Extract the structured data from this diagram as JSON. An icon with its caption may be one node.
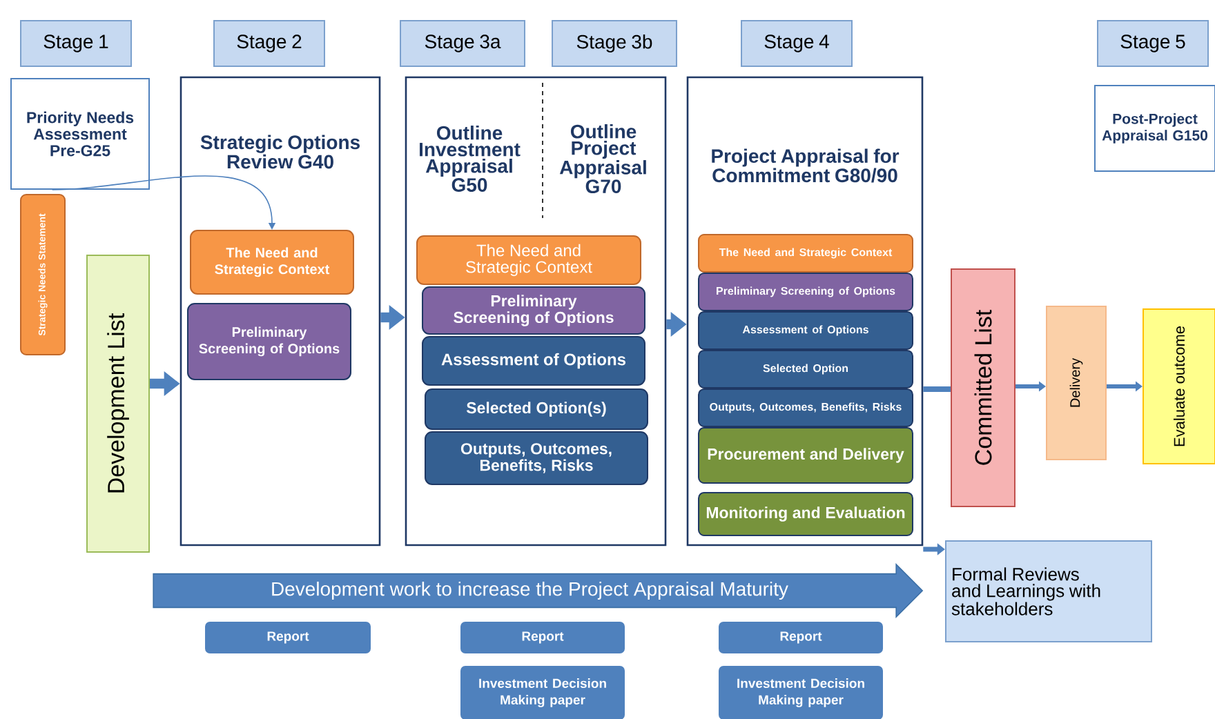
{
  "diagram": {
    "nodes": [
      {
        "text": [
          "Stage 1"
        ]
      },
      {
        "text": [
          "Stage 2"
        ]
      },
      {
        "text": [
          "Stage 3a"
        ]
      },
      {
        "text": [
          "Stage 3b"
        ]
      },
      {
        "text": [
          "Stage 4"
        ]
      },
      {
        "text": [
          "Stage 5"
        ]
      },
      {
        "text": [
          "Priority Needs Assessment Pre-G25"
        ]
      },
      {
        "text": [
          "Strategic Needs Statement"
        ]
      },
      {
        "text": [
          "Development List"
        ]
      },
      {
        "text": [
          "Strategic Options Review G40"
        ]
      },
      {
        "text": [
          "The Need and Strategic Context"
        ],
        "in": 9
      },
      {
        "text": [
          "Preliminary Screening of Options"
        ],
        "in": 9
      },
      {
        "text": [
          "Outline Investment Appraisal G50",
          "Outline Project Appraisal G70"
        ]
      },
      {
        "text": [
          "The Need and Strategic Context"
        ],
        "in": 12
      },
      {
        "text": [
          "Preliminary Screening of Options"
        ],
        "in": 12
      },
      {
        "text": [
          "Assessment of Options"
        ],
        "in": 12
      },
      {
        "text": [
          "Selected Option(s)"
        ],
        "in": 12
      },
      {
        "text": [
          "Outputs, Outcomes, Benefits, Risks"
        ],
        "in": 12
      },
      {
        "text": [
          "Project Appraisal for Commitment G80/90"
        ]
      },
      {
        "text": [
          "The Need and Strategic Context"
        ],
        "in": 18
      },
      {
        "text": [
          "Preliminary Screening of Options"
        ],
        "in": 18
      },
      {
        "text": [
          "Assessment of Options"
        ],
        "in": 18
      },
      {
        "text": [
          "Selected Option"
        ],
        "in": 18
      },
      {
        "text": [
          "Outputs, Outcomes, Benefits, Risks"
        ],
        "in": 18
      },
      {
        "text": [
          "Procurement and Delivery"
        ],
        "in": 18
      },
      {
        "text": [
          "Monitoring and Evaluation"
        ],
        "in": 18
      },
      {
        "text": [
          "Committed List"
        ]
      },
      {
        "text": [
          "Delivery"
        ]
      },
      {
        "text": [
          "Evaluate outcome"
        ]
      },
      {
        "text": [
          "Post-Project Appraisal G150"
        ]
      },
      {
        "text": [
          "Formal Reviews and Learnings with stakeholders"
        ]
      },
      {
        "text": [
          "Development work to increase the Project Appraisal Maturity"
        ]
      },
      {
        "text": [
          "Report"
        ]
      },
      {
        "text": [
          "Report"
        ]
      },
      {
        "text": [
          "Investment Decision Making paper"
        ]
      },
      {
        "text": [
          "Report"
        ]
      },
      {
        "text": [
          "Investment Decision Making paper"
        ]
      }
    ],
    "edges": [
      {
        "from": 6,
        "to": 10,
        "arrow": "to"
      },
      {
        "from": 8,
        "to": 9,
        "arrow": "to",
        "style": "thick"
      },
      {
        "from": 9,
        "to": 12,
        "arrow": "to",
        "style": "thick"
      },
      {
        "from": 12,
        "to": 18,
        "arrow": "to",
        "style": "thick"
      },
      {
        "from": 18,
        "to": 26,
        "arrow": "none"
      },
      {
        "from": 26,
        "to": 27,
        "arrow": "to"
      },
      {
        "from": 27,
        "to": 28,
        "arrow": "to"
      },
      {
        "from": 18,
        "to": 30,
        "arrow": "to"
      }
    ]
  }
}
